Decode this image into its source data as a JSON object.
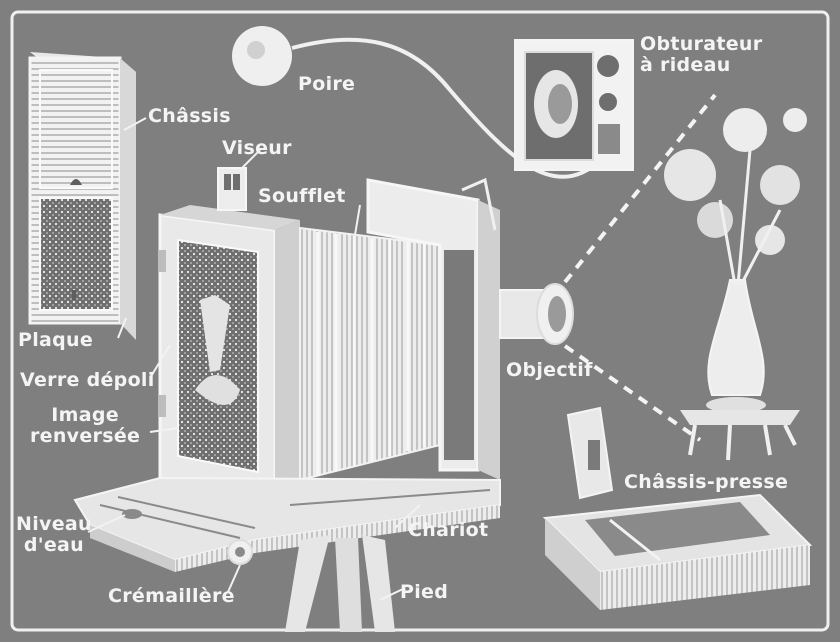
{
  "colors": {
    "background": "#7f7f7f",
    "ink": "#f4f4f4",
    "dark": "#5e5e5e"
  },
  "labels": {
    "poire": "Poire",
    "obturateur_line1": "Obturateur",
    "obturateur_line2": "à rideau",
    "chassis": "Châssis",
    "viseur": "Viseur",
    "soufflet": "Soufflet",
    "plaque": "Plaque",
    "verre_depoli": "Verre dépoli",
    "image_line1": "Image",
    "image_line2": "renversée",
    "objectif": "Objectif",
    "chassis_presse": "Châssis-presse",
    "niveau_line1": "Niveau",
    "niveau_line2": "d'eau",
    "chariot": "Chariot",
    "cremaillere": "Crémaillère",
    "pied": "Pied"
  }
}
